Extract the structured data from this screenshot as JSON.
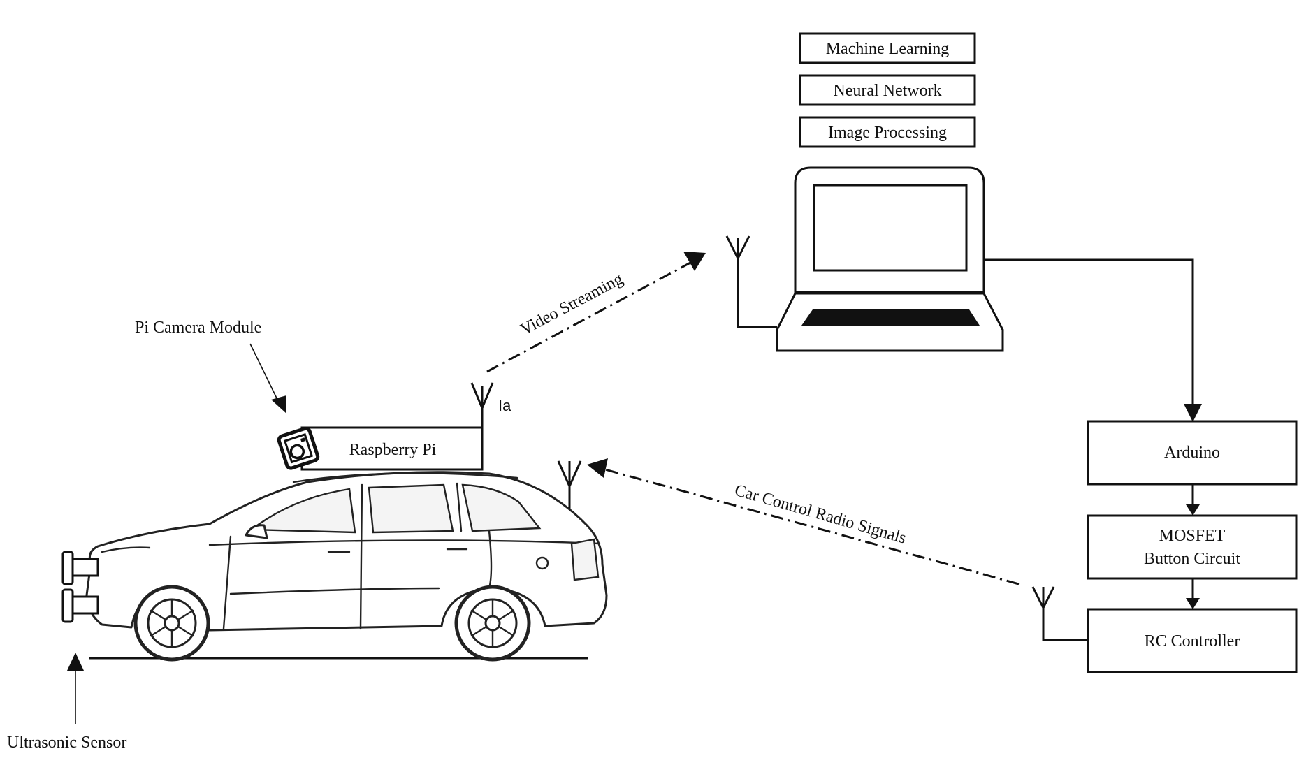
{
  "labels": {
    "ml": "Machine Learning",
    "nn": "Neural Network",
    "ip": "Image Processing",
    "arduino": "Arduino",
    "mosfet_line1": "MOSFET",
    "mosfet_line2": "Button Circuit",
    "rc": "RC Controller",
    "raspberry": "Raspberry Pi",
    "pi_camera": "Pi Camera Module",
    "ultrasonic": "Ultrasonic Sensor",
    "video": "Video Streaming",
    "radio": "Car Control Radio Signals",
    "antenna_mark": "Ia"
  },
  "icons": {
    "camera": "camera-icon",
    "laptop": "laptop-icon",
    "car": "car-illustration",
    "antenna": "antenna-icon"
  },
  "colors": {
    "stroke": "#111111",
    "background": "#ffffff"
  }
}
